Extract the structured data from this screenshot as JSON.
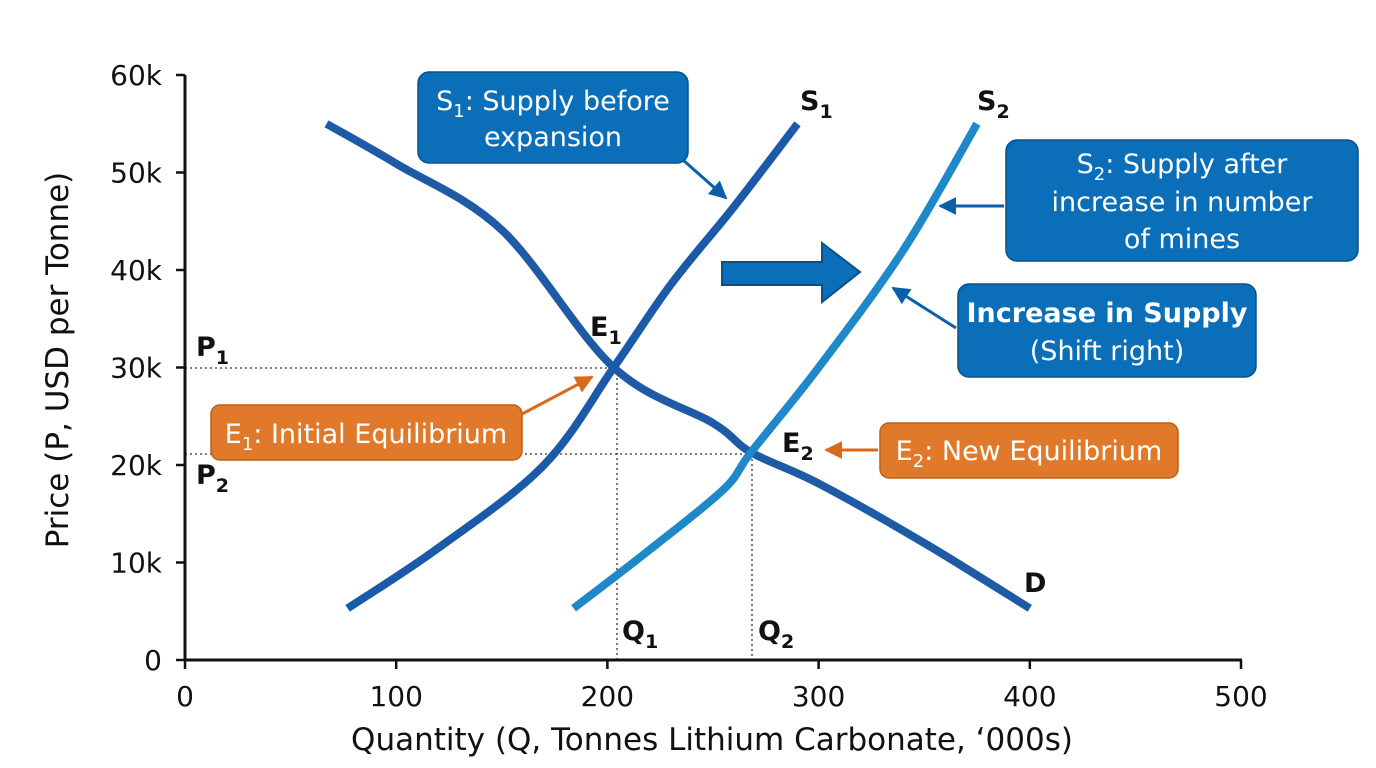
{
  "chart_data": {
    "type": "line",
    "xlabel": "Quantity (Q, Tonnes Lithium Carbonate, ‘000s)",
    "ylabel": "Price (P, USD per Tonne)",
    "xlim": [
      0,
      500
    ],
    "ylim": [
      0,
      60000
    ],
    "x_ticks": [
      "0",
      "100",
      "200",
      "300",
      "400",
      "500"
    ],
    "y_ticks": [
      "0",
      "10k",
      "20k",
      "30k",
      "40k",
      "50k",
      "60k"
    ],
    "grid": false,
    "colors": {
      "demand": "#1f5aa6",
      "supply1": "#1b5aa8",
      "supply2": "#1e88c8",
      "callout_blue": "#0a6fb8",
      "callout_orange": "#e07a2a",
      "guide": "#333333"
    },
    "series": [
      {
        "name": "D",
        "x": [
          67,
          100,
          150,
          203,
          250,
          268,
          300,
          350,
          400
        ],
        "y": [
          55000,
          50900,
          44100,
          30000,
          24300,
          21300,
          18100,
          12000,
          5300
        ]
      },
      {
        "name": "S1",
        "x": [
          77,
          120,
          170,
          203,
          230,
          260,
          290
        ],
        "y": [
          5300,
          11500,
          20000,
          30000,
          38500,
          46500,
          55000
        ]
      },
      {
        "name": "S2",
        "x": [
          184,
          220,
          255,
          268,
          300,
          340,
          375
        ],
        "y": [
          5300,
          11300,
          17500,
          21300,
          30000,
          42000,
          55000
        ]
      }
    ],
    "curve_labels": {
      "s1_main": "S",
      "s1_sub": "1",
      "s2_main": "S",
      "s2_sub": "2",
      "d": "D"
    },
    "equilibria": [
      {
        "main": "E",
        "sub": "1",
        "x": 203,
        "y": 30000
      },
      {
        "main": "E",
        "sub": "2",
        "x": 268,
        "y": 21300
      }
    ],
    "price_labels": [
      {
        "main": "P",
        "sub": "1",
        "y": 30000
      },
      {
        "main": "P",
        "sub": "2",
        "y": 21300
      }
    ],
    "quantity_labels": [
      {
        "main": "Q",
        "sub": "1",
        "x": 203
      },
      {
        "main": "Q",
        "sub": "2",
        "x": 268
      }
    ],
    "callouts": {
      "s1": {
        "lead": "S",
        "sub": "1",
        "line1_rest": ": Supply before",
        "line2": "expansion"
      },
      "s2": {
        "lead": "S",
        "sub": "2",
        "line1_rest": ": Supply after",
        "line2": "increase in number",
        "line3": "of mines"
      },
      "increase": {
        "line1": "Increase in Supply",
        "line2": "(Shift right)"
      },
      "e1": {
        "lead": "E",
        "sub": "1",
        "rest": ": Initial Equilibrium"
      },
      "e2": {
        "lead": "E",
        "sub": "2",
        "rest": ": New Equilibrium"
      }
    }
  }
}
